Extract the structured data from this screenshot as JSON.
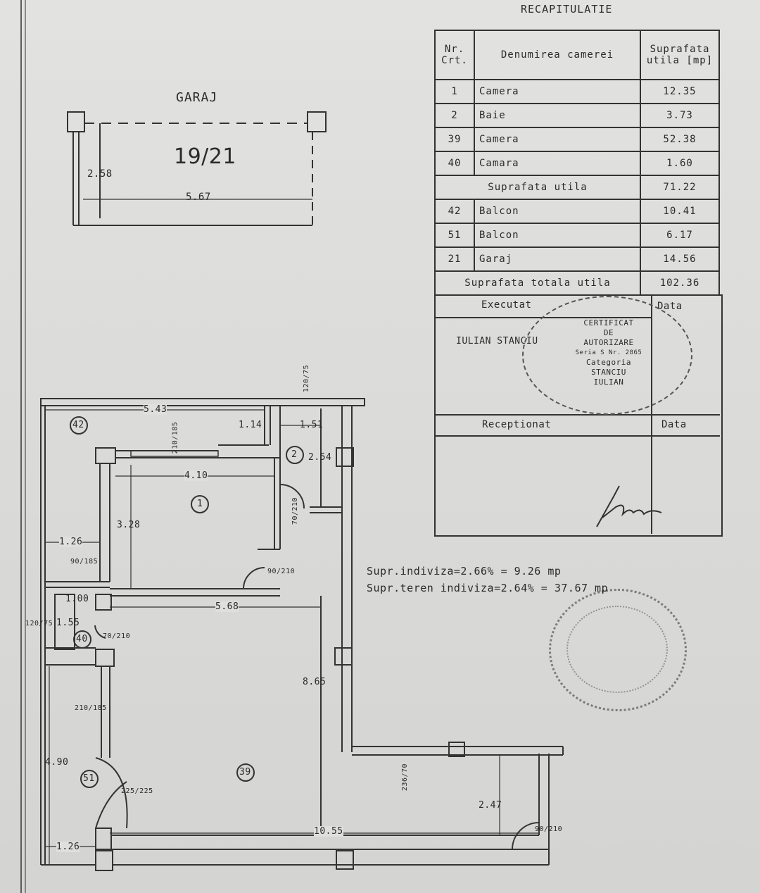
{
  "recap": {
    "title": "RECAPITULATIE",
    "headers": [
      "Nr. Crt.",
      "Denumirea camerei",
      "Suprafata utila [mp]"
    ],
    "rows": [
      {
        "nr": "1",
        "name": "Camera",
        "area": "12.35"
      },
      {
        "nr": "2",
        "name": "Baie",
        "area": "3.73"
      },
      {
        "nr": "39",
        "name": "Camera",
        "area": "52.38"
      },
      {
        "nr": "40",
        "name": "Camara",
        "area": "1.60"
      }
    ],
    "subtotal_label": "Suprafata utila",
    "subtotal_value": "71.22",
    "rows2": [
      {
        "nr": "42",
        "name": "Balcon",
        "area": "10.41"
      },
      {
        "nr": "51",
        "name": "Balcon",
        "area": "6.17"
      },
      {
        "nr": "21",
        "name": "Garaj",
        "area": "14.56"
      }
    ],
    "total_label": "Suprafata totala utila",
    "total_value": "102.36",
    "executat_label": "Executat",
    "data_label": "Data",
    "executant": "IULIAN STANCIU",
    "receptionat_label": "Receptionat",
    "stamp_text": [
      "CERTIFICAT",
      "DE",
      "AUTORIZARE",
      "Seria S Nr. 2865",
      "Categoria",
      "STANCIU",
      "IULIAN"
    ]
  },
  "garage": {
    "title": "GARAJ",
    "number": "19/21",
    "width": "5.67",
    "depth": "2.58"
  },
  "indiviza": {
    "line1": "Supr.indiviza=2.66% = 9.26 mp",
    "line2": "Supr.teren indiviza=2.64% = 37.67 mp"
  },
  "plan": {
    "rooms": [
      "42",
      "2",
      "1",
      "40",
      "39",
      "51"
    ],
    "dims": [
      "5.43",
      "1.14",
      "1.51",
      "2.54",
      "4.10",
      "3.28",
      "1.26",
      "5.68",
      "1.00",
      "1.55",
      "8.65",
      "4.90",
      "10.55",
      "2.47",
      "1.26"
    ],
    "openings": [
      "120/75",
      "210/185",
      "70/210",
      "90/185",
      "90/210",
      "120/75",
      "70/210",
      "210/185",
      "225/225",
      "236/70",
      "90/210"
    ]
  }
}
